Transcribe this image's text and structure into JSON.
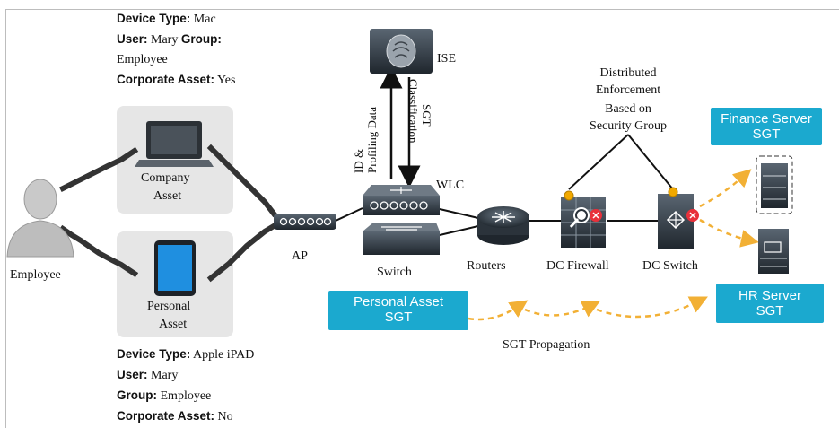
{
  "header": {
    "title": ""
  },
  "devices": {
    "company_asset": [
      "Company",
      "Asset"
    ],
    "personal_asset": [
      "Personal",
      "Asset"
    ],
    "employee": "Employee",
    "ap": "AP",
    "switch": "Switch",
    "wlc": "WLC",
    "ise": "ISE",
    "routers": "Routers",
    "dc_firewall": "DC Firewall",
    "dc_switch": "DC Switch"
  },
  "mac_info": {
    "device_type_key": "Device Type:",
    "device_type_val": "Mac",
    "user_key": "User:",
    "user_val": "Mary",
    "group_key": "Group:",
    "group_val": "Employee",
    "corp_key": "Corporate Asset:",
    "corp_val": "Yes"
  },
  "ipad_info": {
    "device_type_key": "Device Type:",
    "device_type_val": "Apple iPAD",
    "user_key": "User:",
    "user_val": "Mary",
    "group_key": "Group:",
    "group_val": "Employee",
    "corp_key": "Corporate Asset:",
    "corp_val": "No"
  },
  "ise_flows": {
    "up_label": [
      "ID &",
      "Profiling Data"
    ],
    "down_label": [
      "SGT",
      "Classification"
    ]
  },
  "enforcement": [
    "Distributed",
    "Enforcement",
    "Based on",
    "Security Group"
  ],
  "sgt_tags": {
    "personal": [
      "Personal Asset",
      "SGT"
    ],
    "finance": [
      "Finance Server",
      "SGT"
    ],
    "hr": [
      "HR Server",
      "SGT"
    ]
  },
  "propagation": "SGT Propagation",
  "colors": {
    "sgt_blue": "#1ba9cf",
    "propagation_arrow": "#f2b035",
    "enforcement_dot": "#f2a900",
    "deny_badge": "#e8313b",
    "device_dark": "#2f3a44"
  }
}
